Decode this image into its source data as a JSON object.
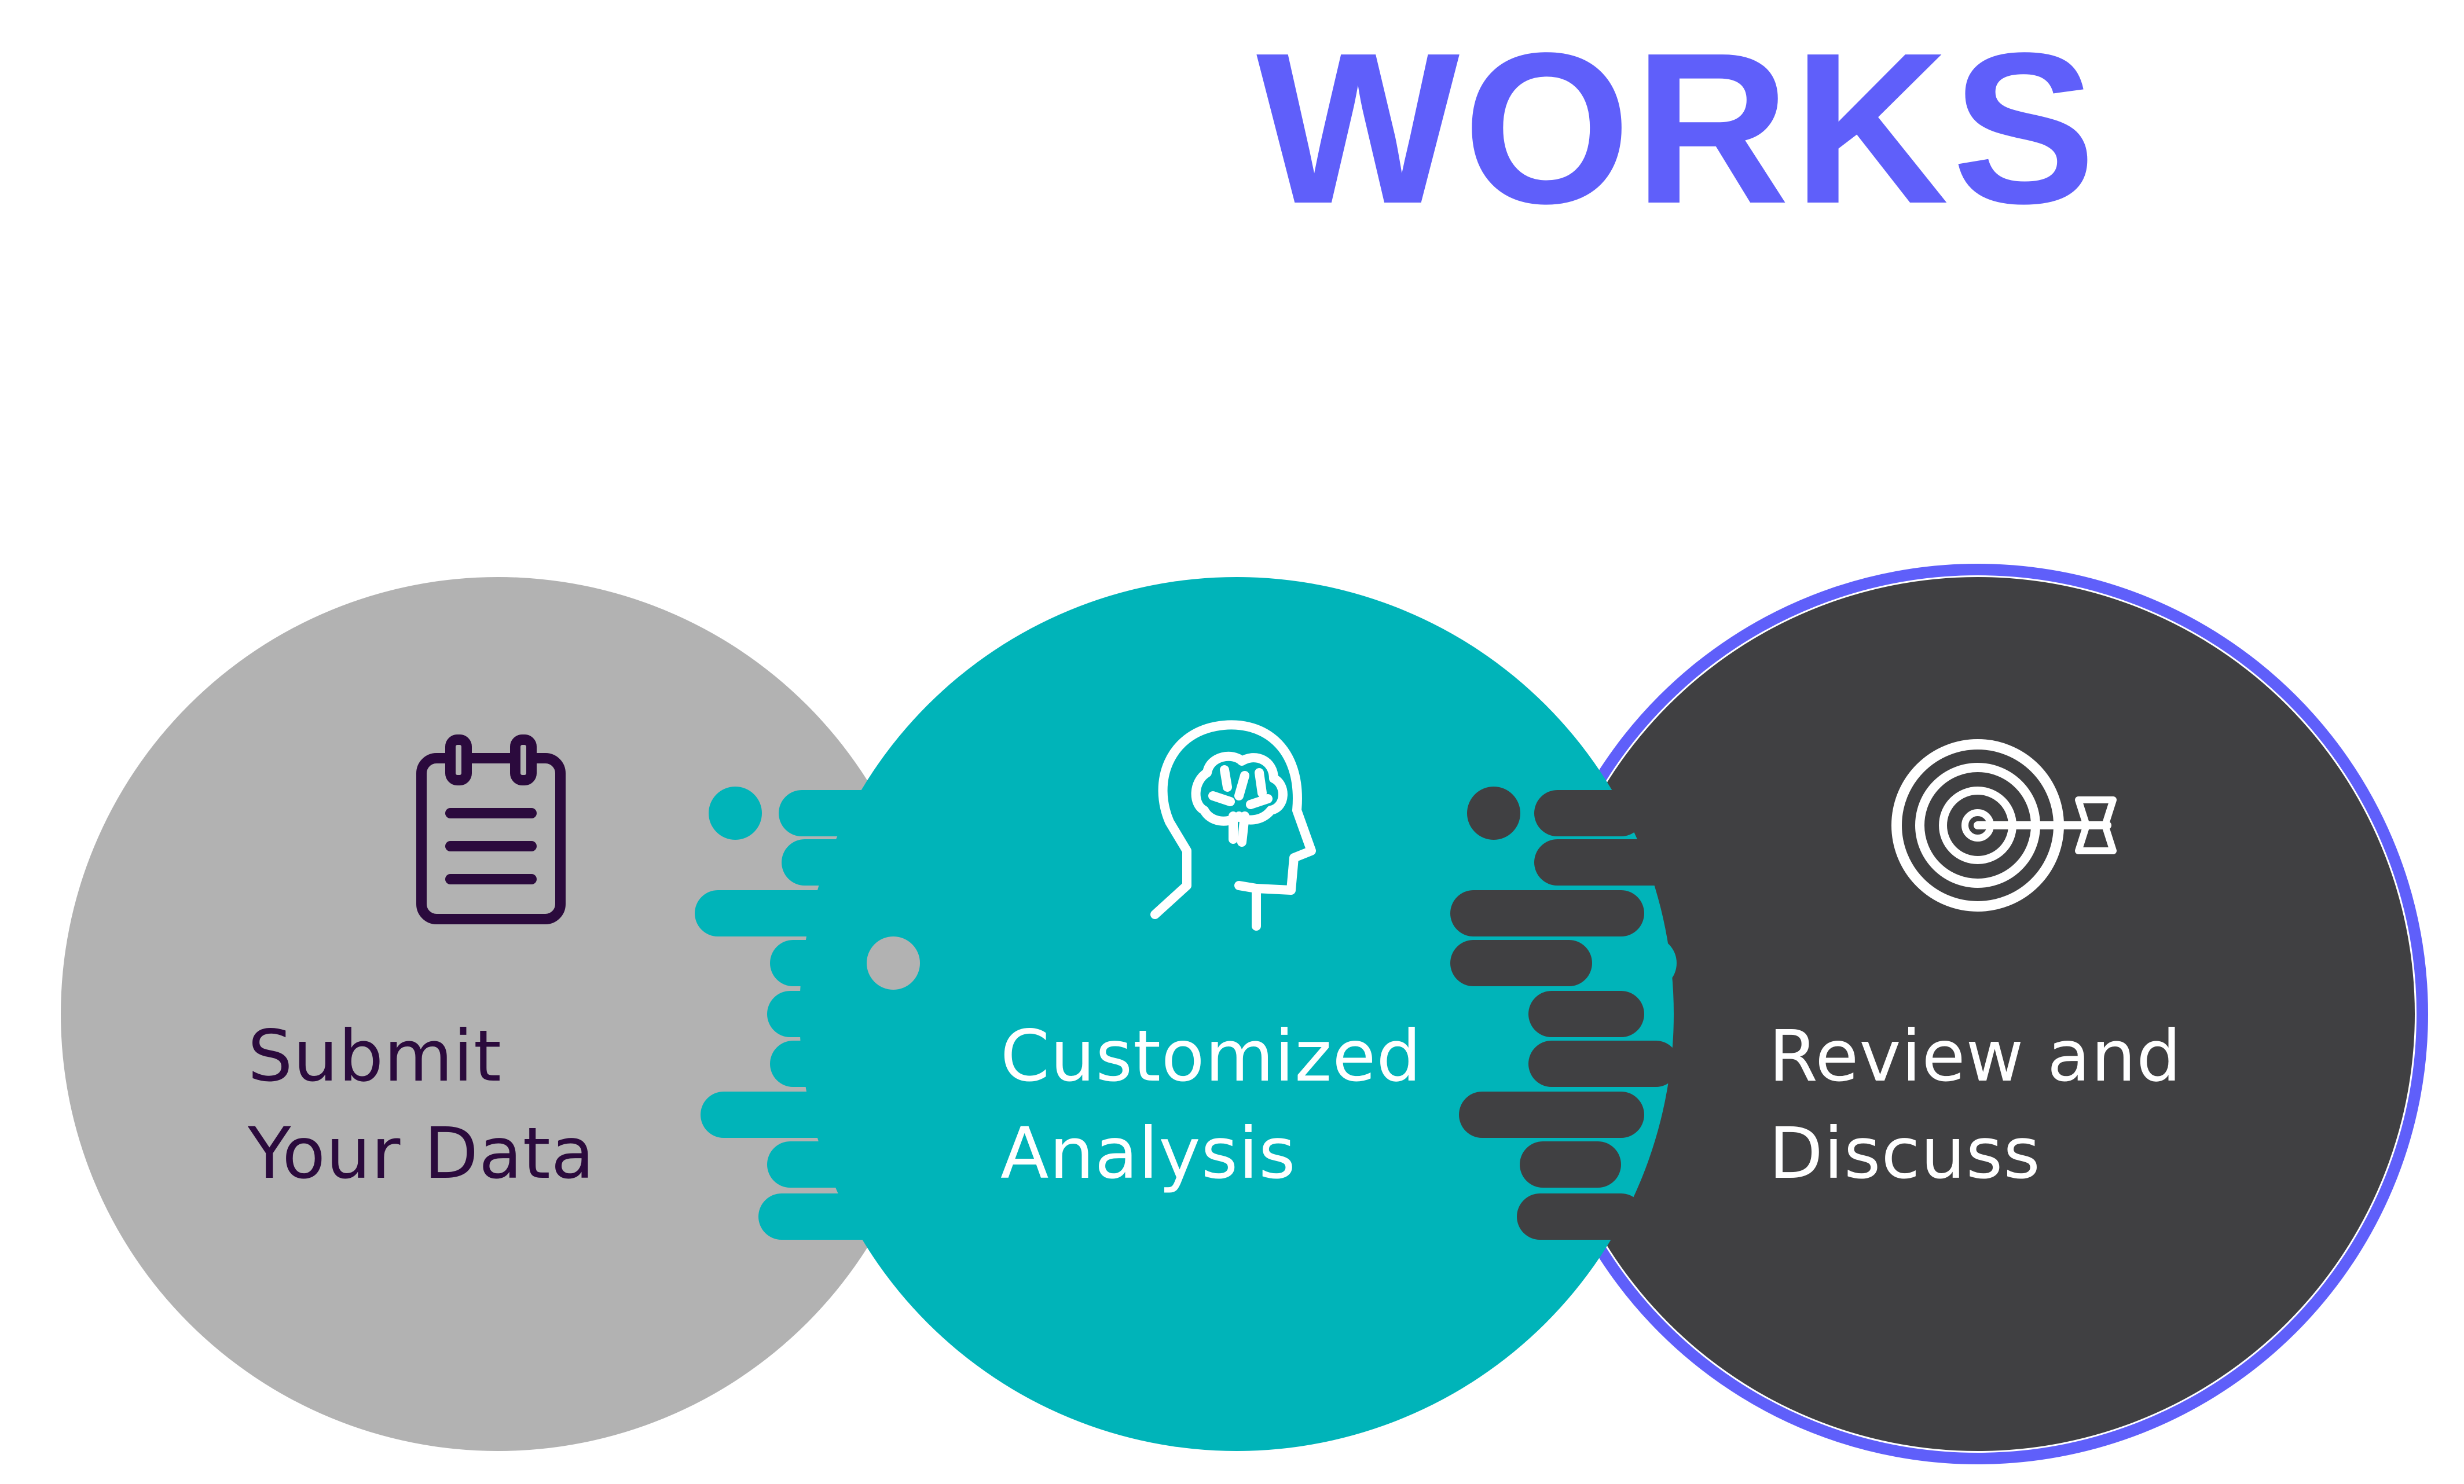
{
  "heading": {
    "text": "WORKS",
    "color": "#5f5ffa"
  },
  "steps": [
    {
      "line1": "Submit",
      "line2": "Your Data",
      "icon": "notepad-icon",
      "circle_color": "#b2b2b2",
      "text_color": "#2b0a3d"
    },
    {
      "line1": "Customized",
      "line2": "Analysis",
      "icon": "brain-head-icon",
      "circle_color": "#00b4b9",
      "text_color": "#ffffff"
    },
    {
      "line1": "Review and",
      "line2": "Discuss",
      "icon": "target-arrow-icon",
      "circle_color": "#404042",
      "text_color": "#ffffff",
      "outline_color": "#5f5ffa"
    }
  ]
}
